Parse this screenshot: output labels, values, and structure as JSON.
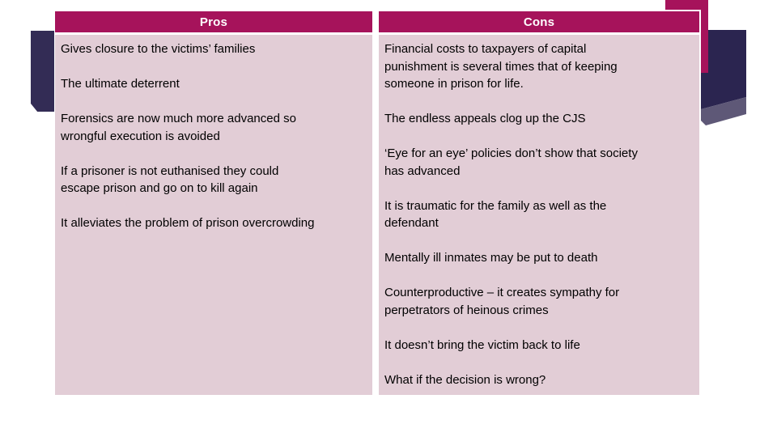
{
  "slide": {
    "kind": "presentation-slide",
    "background": "#ffffff"
  },
  "colors": {
    "header_magenta": "#a6135b",
    "cell_pink": "#e2cdd6",
    "decor_navy_left": "#332c55",
    "decor_navy_right": "#2b2550",
    "decor_slate_bevel": "#5e5877",
    "header_text": "#ffffff",
    "body_text": "#000000"
  },
  "table": {
    "columns": [
      {
        "header": "Pros",
        "items": [
          "Gives closure to the victims’ families",
          "The ultimate deterrent",
          "Forensics are now much more advanced so\nwrongful execution is avoided",
          "If a prisoner is not euthanised they could\nescape prison and go on to kill again",
          "It alleviates the problem of prison overcrowding"
        ]
      },
      {
        "header": "Cons",
        "items": [
          "Financial costs to taxpayers of capital\npunishment is several times that of keeping\nsomeone in prison for life.",
          "The endless appeals clog up the CJS",
          "‘Eye for an eye’ policies don’t show that society\nhas advanced",
          "It is traumatic for the family as well as the\ndefendant",
          "Mentally ill inmates may be put to death",
          "Counterproductive – it creates sympathy for\nperpetrators of heinous crimes",
          "It doesn’t bring the victim back to life",
          "What if the decision is wrong?"
        ]
      }
    ]
  }
}
